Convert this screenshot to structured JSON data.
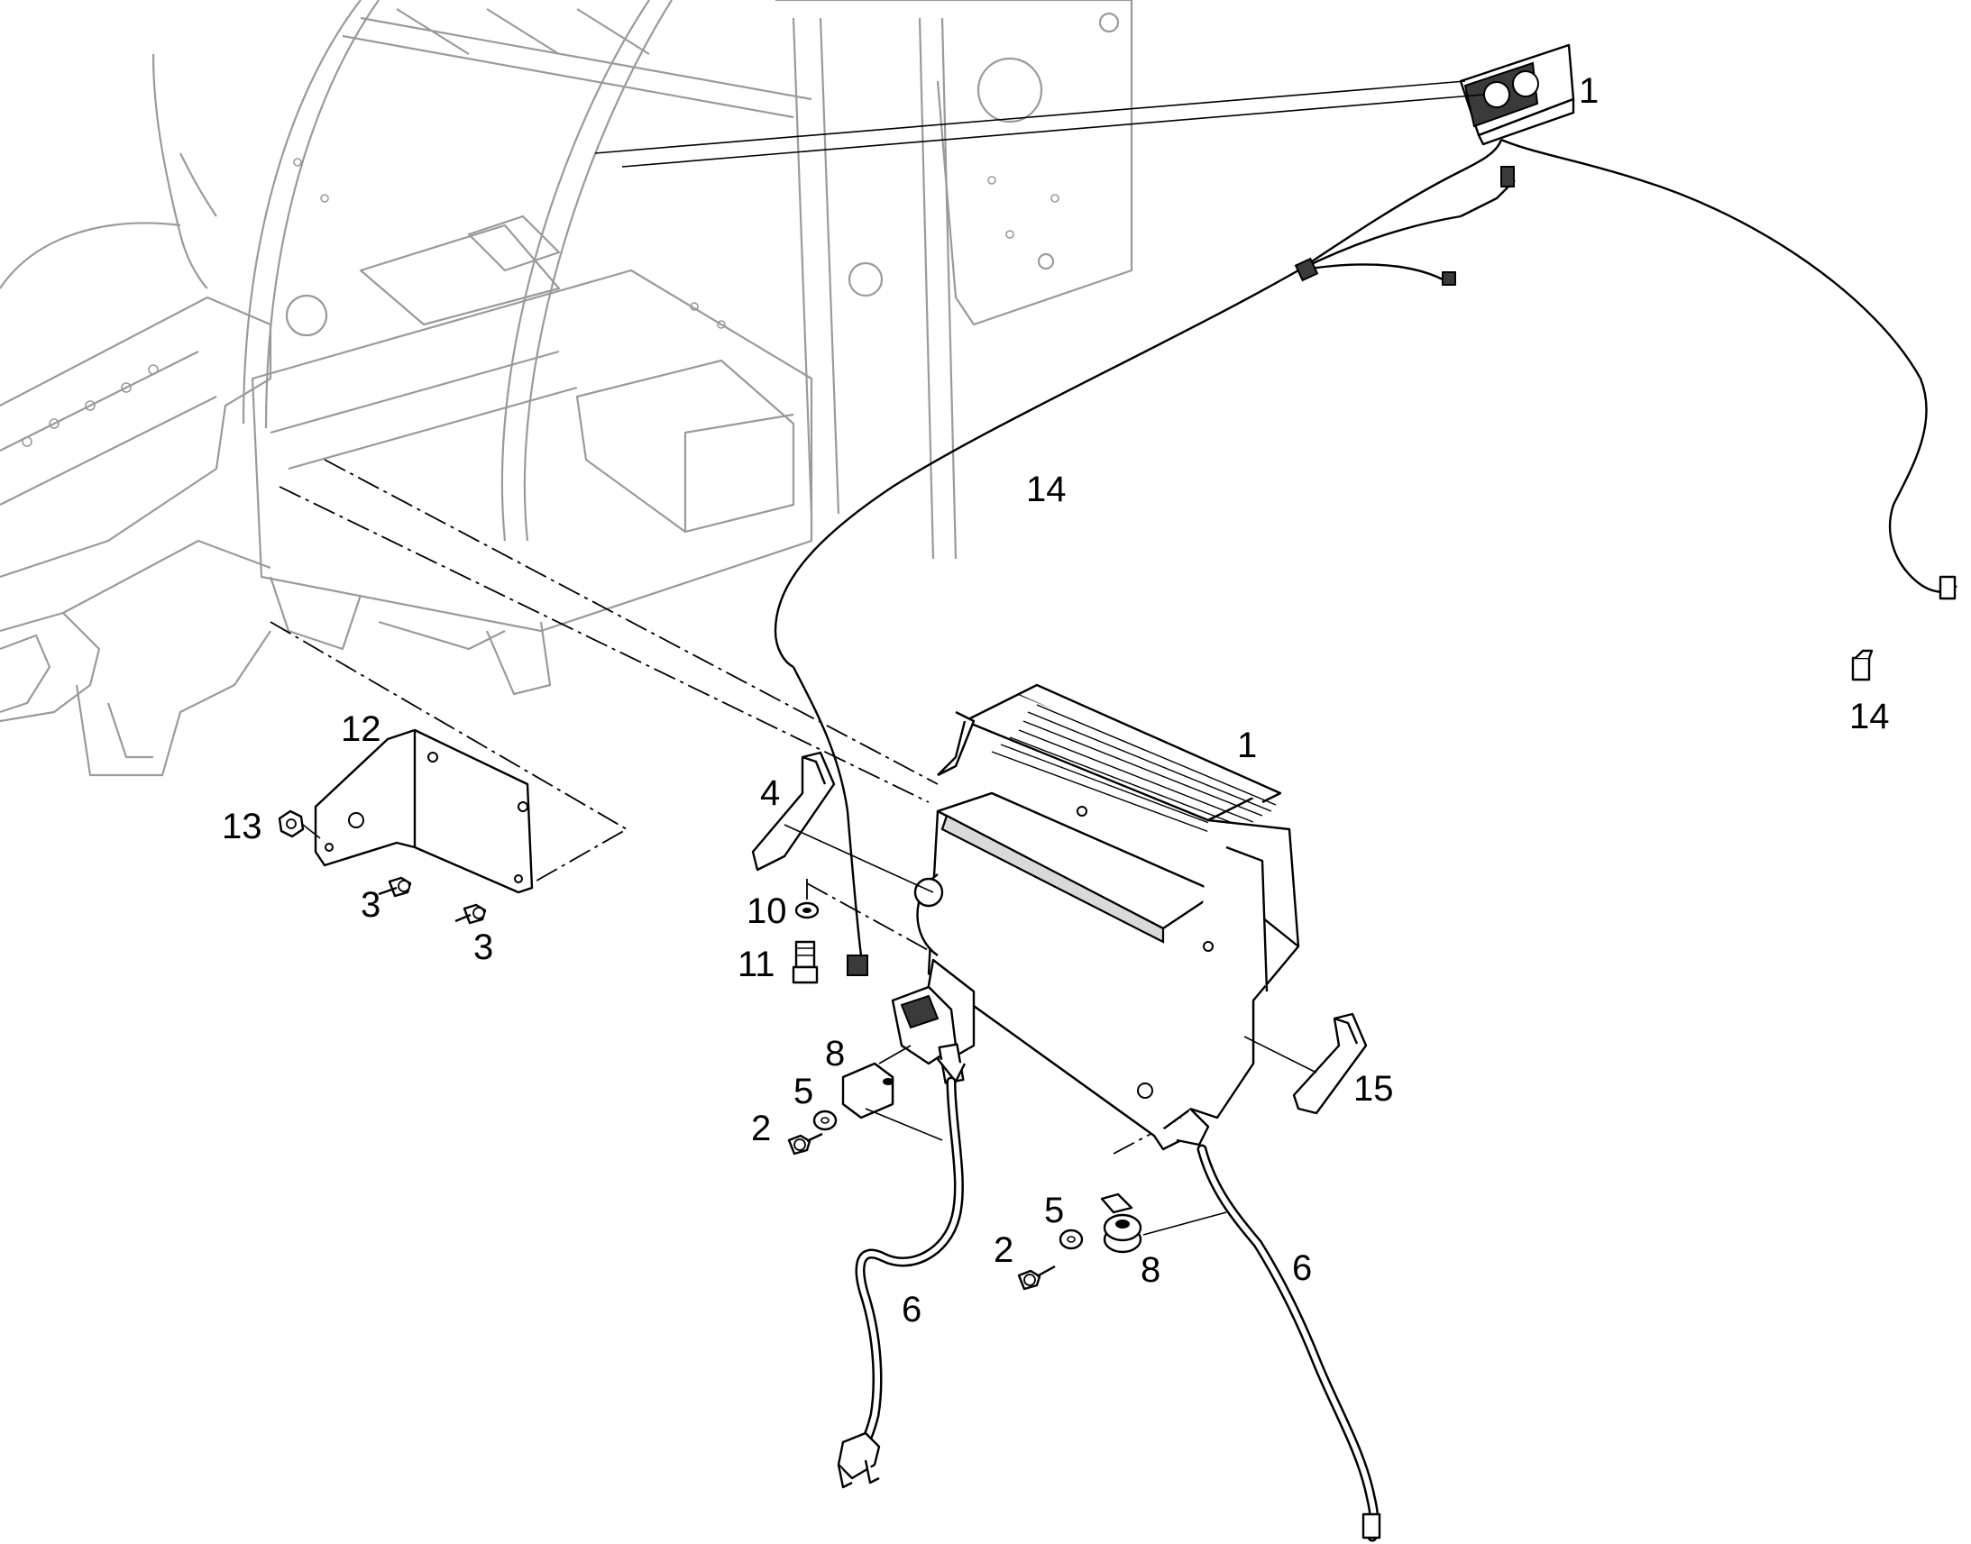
{
  "callouts": [
    {
      "id": "c1a",
      "text": "1"
    },
    {
      "id": "c14a",
      "text": "14"
    },
    {
      "id": "c14b",
      "text": "14"
    },
    {
      "id": "c1b",
      "text": "1"
    },
    {
      "id": "c12",
      "text": "12"
    },
    {
      "id": "c4",
      "text": "4"
    },
    {
      "id": "c13",
      "text": "13"
    },
    {
      "id": "c3a",
      "text": "3"
    },
    {
      "id": "c3b",
      "text": "3"
    },
    {
      "id": "c10",
      "text": "10"
    },
    {
      "id": "c11",
      "text": "11"
    },
    {
      "id": "c8a",
      "text": "8"
    },
    {
      "id": "c5a",
      "text": "5"
    },
    {
      "id": "c2a",
      "text": "2"
    },
    {
      "id": "c15",
      "text": "15"
    },
    {
      "id": "c5b",
      "text": "5"
    },
    {
      "id": "c2b",
      "text": "2"
    },
    {
      "id": "c8b",
      "text": "8"
    },
    {
      "id": "c6a",
      "text": "6"
    },
    {
      "id": "c6b",
      "text": "6"
    }
  ]
}
